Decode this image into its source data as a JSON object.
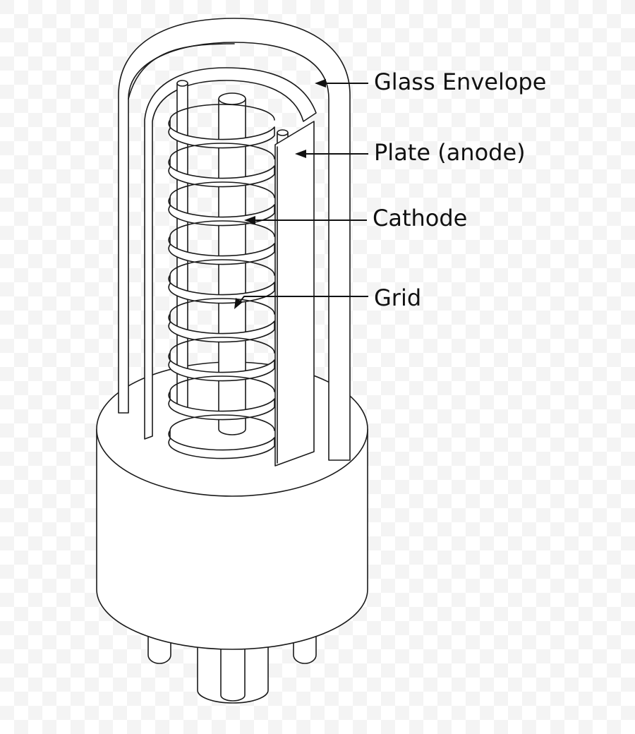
{
  "diagram": {
    "labels": {
      "glass_envelope": "Glass Envelope",
      "plate": "Plate (anode)",
      "cathode": "Cathode",
      "grid": "Grid"
    }
  }
}
